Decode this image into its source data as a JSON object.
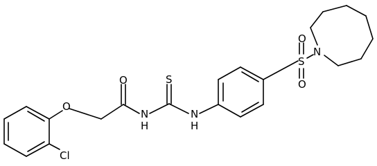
{
  "diagram": {
    "type": "chemical-structure",
    "atom_labels": {
      "chlorine": "Cl",
      "ether_oxygen": "O",
      "carbonyl_oxygen": "O",
      "amide_nitrogen": "N",
      "amide_hydrogen": "H",
      "thio_sulfur": "S",
      "thiourea_nitrogen": "N",
      "thiourea_hydrogen": "H",
      "sulfonyl_sulfur": "S",
      "sulfonyl_oxygen_top": "O",
      "sulfonyl_oxygen_bottom": "O",
      "azepane_nitrogen": "N"
    }
  }
}
